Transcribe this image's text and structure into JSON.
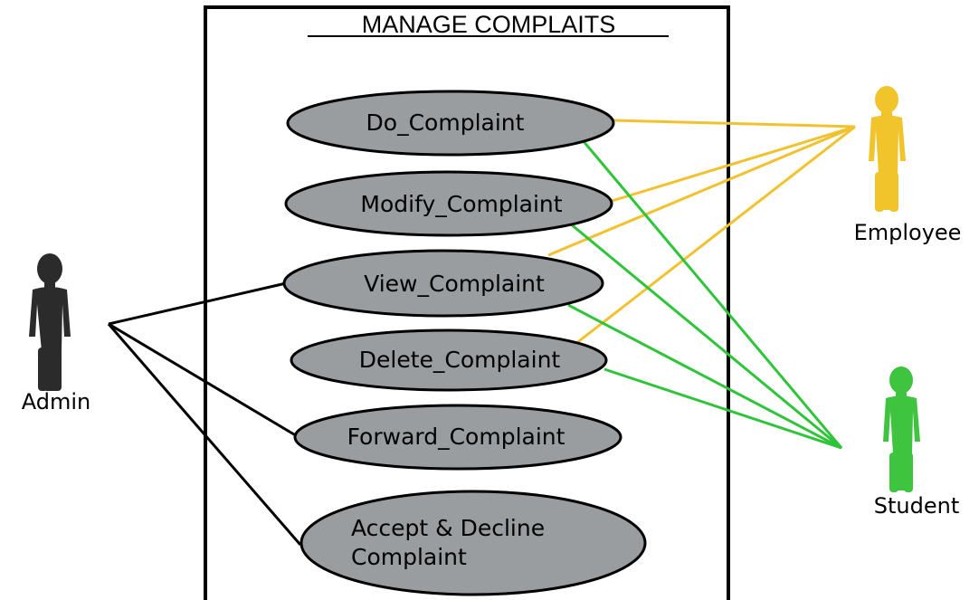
{
  "system": {
    "title": "MANAGE COMPLAITS"
  },
  "actors": {
    "admin": {
      "label": "Admin",
      "color": "#2b2b2b"
    },
    "employee": {
      "label": "Employee",
      "color": "#f2c42c"
    },
    "student": {
      "label": "Student",
      "color": "#3fc43f"
    }
  },
  "use_cases": {
    "do": {
      "label": "Do_Complaint"
    },
    "modify": {
      "label": "Modify_Complaint"
    },
    "view": {
      "label": "View_Complaint"
    },
    "delete": {
      "label": "Delete_Complaint"
    },
    "forward": {
      "label": "Forward_Complaint"
    },
    "accept": {
      "label_line1": "Accept & Decline",
      "label_line2": "Complaint"
    }
  },
  "colors": {
    "ellipse_fill": "#999da0",
    "admin_links": "#000000",
    "employee_links": "#f2c12e",
    "student_links": "#2fc43a"
  }
}
